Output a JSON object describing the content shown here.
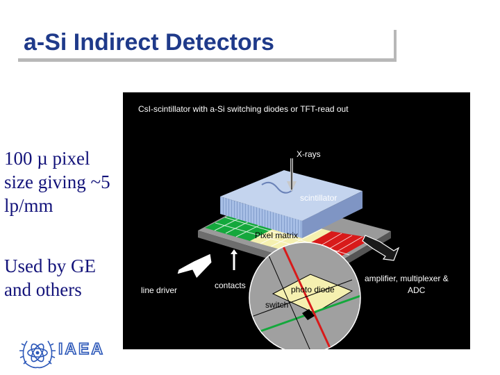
{
  "slide": {
    "title": "a-Si Indirect Detectors",
    "bullet_1": "100 µ pixel size giving ~5 lp/mm",
    "bullet_2": "Used by GE and others",
    "logo_text": "IAEA",
    "logo_icon": "un-wreath-atom-icon"
  },
  "diagram": {
    "header": "CsI-scintillator with a-Si switching diodes or TFT-read out",
    "xrays": "X-rays",
    "scintillator": "scintillator",
    "pixel_matrix": "Pixel matrix",
    "line_driver": "line driver",
    "contacts": "contacts",
    "photo_diode": "photo diode",
    "switch": "switch",
    "amplifier_line1": "amplifier, multiplexer &",
    "amplifier_line2": "ADC"
  },
  "colors": {
    "title": "#1f3a8a",
    "side_text": "#13137a",
    "scintillator": "#a8bfe6",
    "pixel_green": "#14a83c",
    "pixel_red": "#d81a1a",
    "pixel_yellow": "#f5f0b0",
    "panel_bg": "#000000"
  }
}
